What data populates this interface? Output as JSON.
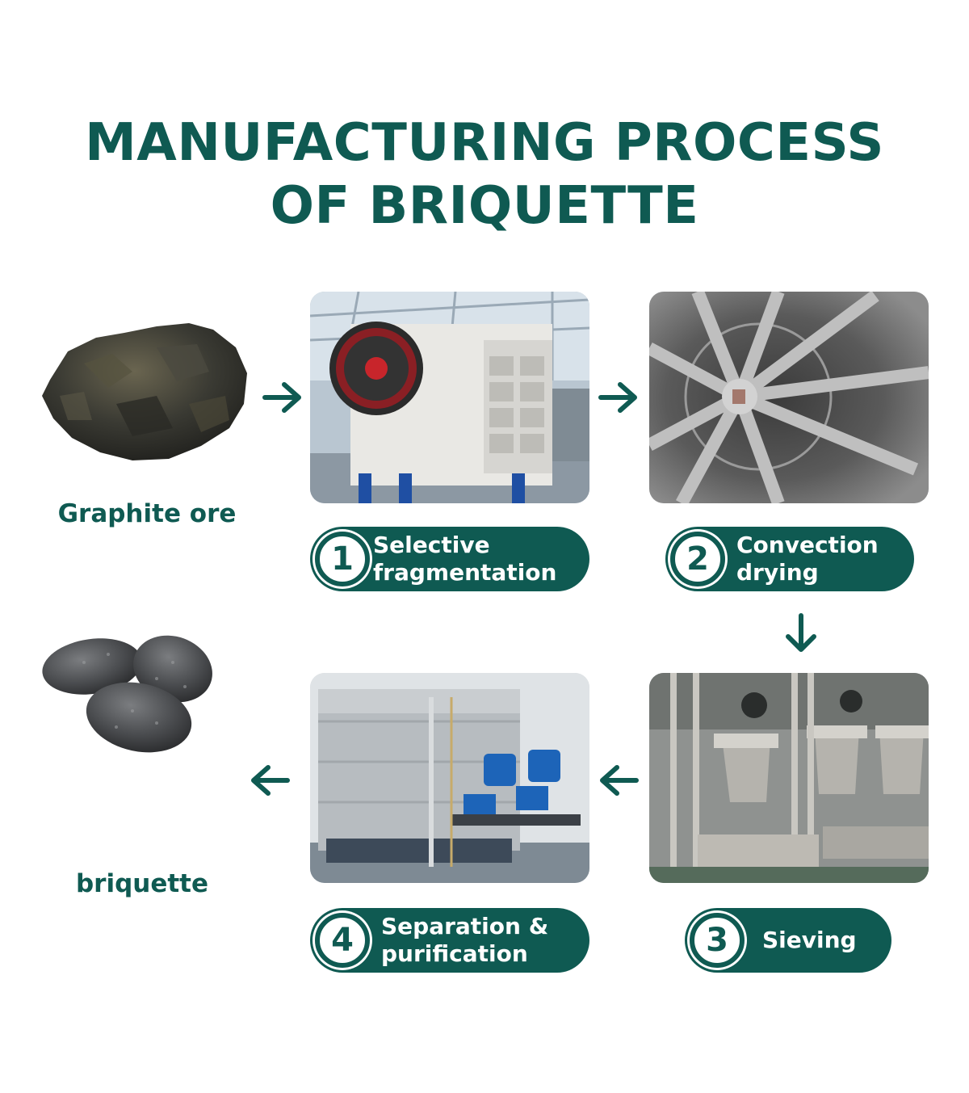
{
  "title": {
    "line1": "MANUFACTURING PROCESS",
    "line2": "OF BRIQUETTE"
  },
  "colors": {
    "brand": "#0f5a52",
    "background": "#ffffff",
    "pill_text": "#ffffff"
  },
  "start": {
    "caption": "Graphite ore",
    "image": "graphite-ore-photo"
  },
  "end": {
    "caption": "briquette",
    "image": "briquette-photo"
  },
  "steps": [
    {
      "number": "1",
      "label_line1": "Selective",
      "label_line2": "fragmentation",
      "image": "jaw-crusher-photo"
    },
    {
      "number": "2",
      "label_line1": "Convection",
      "label_line2": "drying",
      "image": "dryer-drum-photo"
    },
    {
      "number": "3",
      "label_line1": "Sieving",
      "label_line2": "",
      "image": "sieving-mill-photo"
    },
    {
      "number": "4",
      "label_line1": "Separation &",
      "label_line2": "purification",
      "image": "flotation-tank-photo"
    }
  ],
  "arrows": [
    "arrow-right",
    "arrow-right",
    "arrow-down",
    "arrow-left",
    "arrow-left"
  ]
}
